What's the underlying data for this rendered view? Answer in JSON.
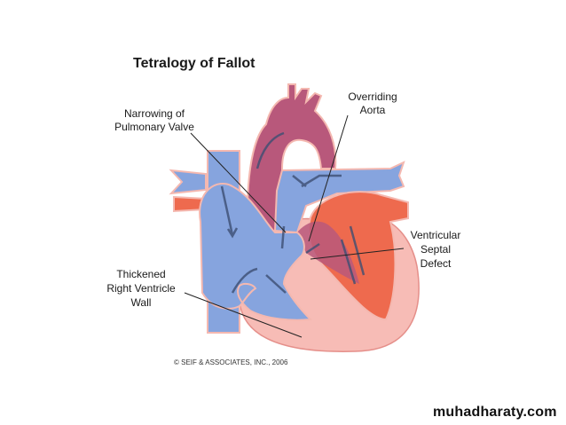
{
  "title": "Tetralogy of Fallot",
  "labels": {
    "pulmonary": [
      "Narrowing of",
      "Pulmonary Valve"
    ],
    "aorta": [
      "Overriding",
      "Aorta"
    ],
    "vsd": [
      "Ventricular",
      "Septal",
      "Defect"
    ],
    "rv_wall": [
      "Thickened",
      "Right Ventricle",
      "Wall"
    ]
  },
  "copyright": "© SEIF & ASSOCIATES, INC., 2006",
  "watermark": "muhadharaty.com",
  "colors": {
    "deoxygenated": "#7f9fdc",
    "oxygenated": "#ee6a4e",
    "mixed": "#b75a7c",
    "muscle": "#f6b8b4",
    "arrow": "#3d4f73"
  }
}
